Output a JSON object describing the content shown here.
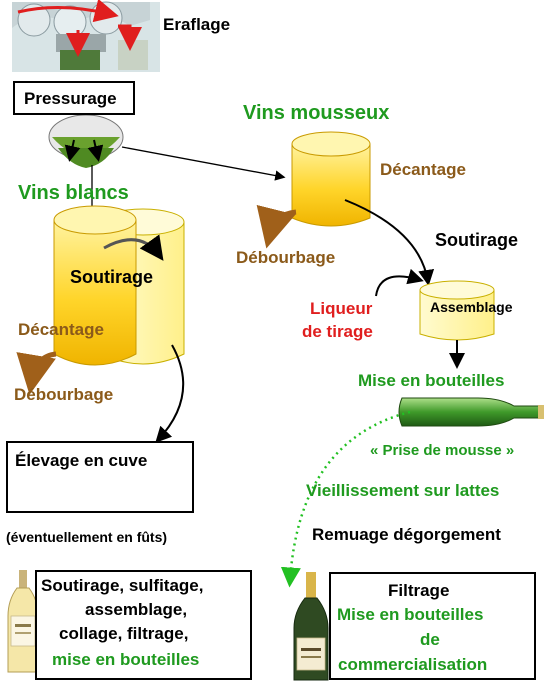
{
  "labels": {
    "eraflage": "Eraflage",
    "pressurage": "Pressurage",
    "vins_blancs": "Vins blancs",
    "vins_mousseux": "Vins mousseux",
    "soutirage_left": "Soutirage",
    "decantage_left": "Décantage",
    "debourbage_left": "Débourbage",
    "decantage_right": "Décantage",
    "debourbage_right": "Débourbage",
    "soutirage_right": "Soutirage",
    "liqueur_line1": "Liqueur",
    "liqueur_line2": "de tirage",
    "assemblage": "Assemblage",
    "mise_en_bouteilles": "Mise en bouteilles",
    "prise_de_mousse": "« Prise de mousse »",
    "vieillissement": "Vieillissement  sur lattes",
    "remuage": "Remuage dégorgement",
    "elevage": "Élevage en cuve",
    "eventuellement": "(éventuellement en fûts)"
  },
  "white_wine_box": {
    "line1": "Soutirage, sulfitage,",
    "line2": "assemblage,",
    "line3": "collage, filtrage,",
    "line4": "mise en bouteilles"
  },
  "sparkling_box": {
    "line1": "Filtrage",
    "line2": "Mise en bouteilles",
    "line3": "de",
    "line4": "commercialisation"
  },
  "colors": {
    "green_text": "#1f9a1f",
    "brown_text": "#8b5a1a",
    "red_text": "#e01e1e",
    "tank_yellow": "#ffd21a",
    "tank_pale": "#fff7a8"
  }
}
